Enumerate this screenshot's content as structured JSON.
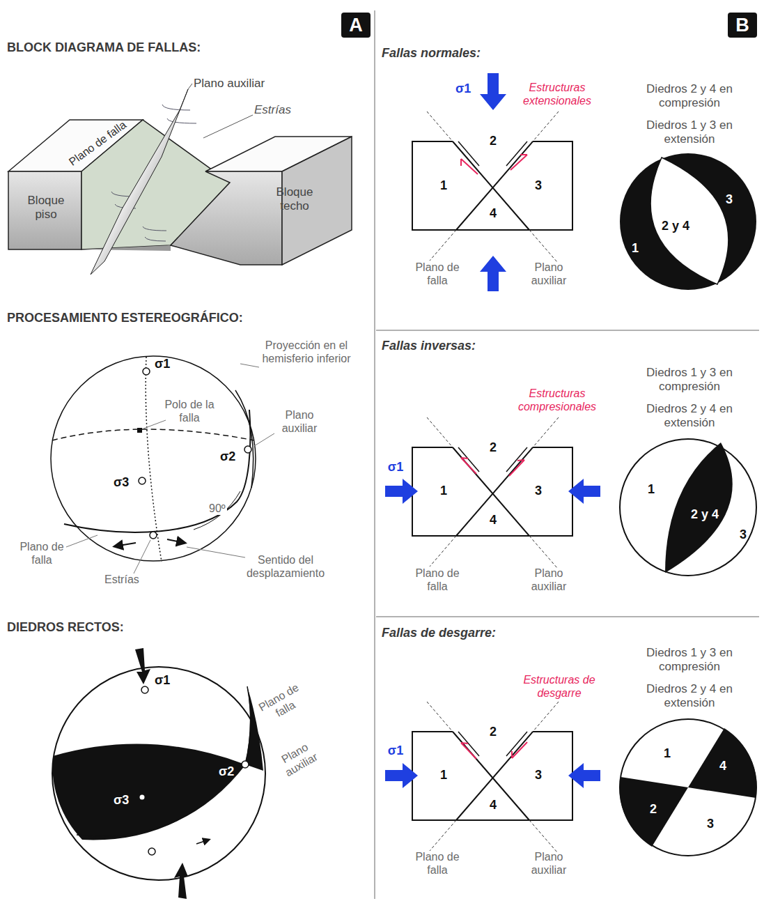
{
  "diagram": {
    "nodes": [
      {
        "text": [
          "A"
        ]
      },
      {
        "text": [
          "B"
        ]
      }
    ],
    "labels": [
      "BLOCK DIAGRAMA DE FALLAS:",
      "Plano auxiliar",
      "Estrías",
      "Plano de falla",
      "Bloque piso",
      "Bloque techo",
      "PROCESAMIENTO ESTEREOGRÁFICO:",
      "σ1",
      "Proyección en el hemisferio inferior",
      "Polo de la falla",
      "Plano auxiliar",
      "σ2",
      "σ3",
      "90º",
      "Plano de falla",
      "Estrías",
      "Sentido del desplazamiento",
      "DIEDROS RECTOS:",
      "σ1",
      "Plano de falla",
      "Plano auxiliar",
      "σ2",
      "σ3",
      "Fallas normales:",
      "σ1",
      "Estructuras extensionales",
      "2",
      "1",
      "3",
      "4",
      "Plano de falla",
      "Plano auxiliar",
      "Diedros 2 y 4 en compresión",
      "Diedros 1 y 3 en extensión",
      "3",
      "2 y 4",
      "1",
      "Fallas inversas:",
      "σ1",
      "Estructuras compresionales",
      "2",
      "1",
      "3",
      "4",
      "Plano de falla",
      "Plano auxiliar",
      "Diedros 1 y 3 en compresión",
      "Diedros 2 y 4 en extensión",
      "1",
      "2 y 4",
      "3",
      "Fallas de desgarre:",
      "Estructuras de desgarre",
      "σ1",
      "2",
      "1",
      "3",
      "4",
      "Plano de falla",
      "Plano auxiliar",
      "Diedros 1 y 3 en compresión",
      "Diedros 2 y 4 en extensión",
      "1",
      "4",
      "2",
      "3"
    ]
  }
}
